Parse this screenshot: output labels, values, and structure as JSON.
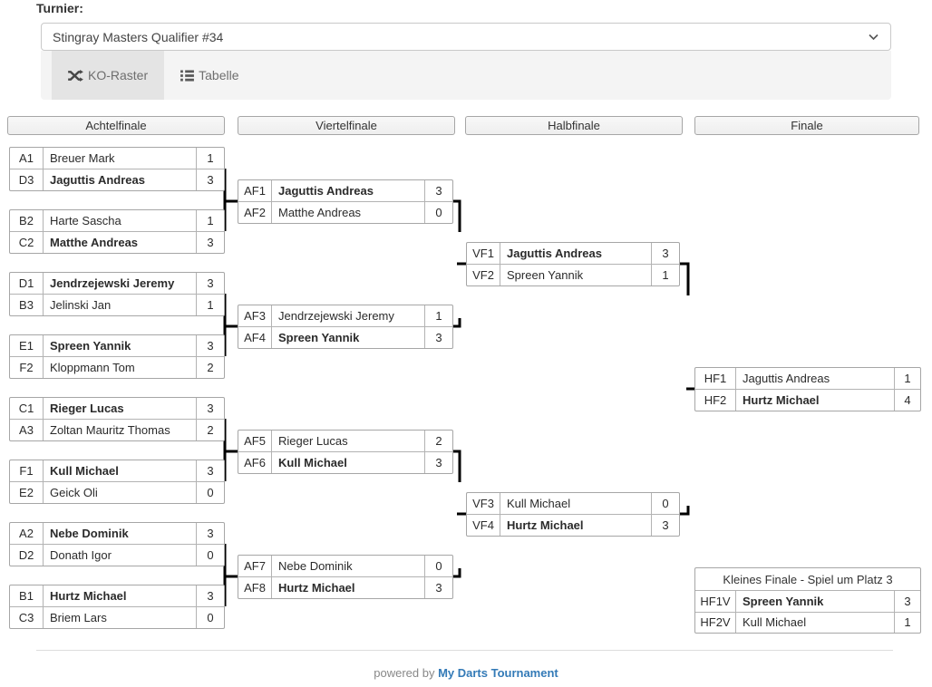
{
  "header": {
    "tournament_label": "Turnier:",
    "tournament_select_value": "Stingray Masters Qualifier #34",
    "select_icon": "chevron-down-icon",
    "tabs": [
      {
        "label": "KO-Raster",
        "icon": "shuffle-icon",
        "active": true
      },
      {
        "label": "Tabelle",
        "icon": "list-icon",
        "active": false
      }
    ]
  },
  "bracket": {
    "rounds": [
      {
        "title": "Achtelfinale",
        "matches": [
          {
            "rows": [
              {
                "code": "A1",
                "name": "Breuer Mark",
                "score": "1",
                "winner": false
              },
              {
                "code": "D3",
                "name": "Jaguttis Andreas",
                "score": "3",
                "winner": true
              }
            ]
          },
          {
            "rows": [
              {
                "code": "B2",
                "name": "Harte Sascha",
                "score": "1",
                "winner": false
              },
              {
                "code": "C2",
                "name": "Matthe Andreas",
                "score": "3",
                "winner": true
              }
            ]
          },
          {
            "rows": [
              {
                "code": "D1",
                "name": "Jendrzejewski Jeremy",
                "score": "3",
                "winner": true
              },
              {
                "code": "B3",
                "name": "Jelinski Jan",
                "score": "1",
                "winner": false
              }
            ]
          },
          {
            "rows": [
              {
                "code": "E1",
                "name": "Spreen Yannik",
                "score": "3",
                "winner": true
              },
              {
                "code": "F2",
                "name": "Kloppmann Tom",
                "score": "2",
                "winner": false
              }
            ]
          },
          {
            "rows": [
              {
                "code": "C1",
                "name": "Rieger Lucas",
                "score": "3",
                "winner": true
              },
              {
                "code": "A3",
                "name": "Zoltan Mauritz Thomas",
                "score": "2",
                "winner": false
              }
            ]
          },
          {
            "rows": [
              {
                "code": "F1",
                "name": "Kull Michael",
                "score": "3",
                "winner": true
              },
              {
                "code": "E2",
                "name": "Geick Oli",
                "score": "0",
                "winner": false
              }
            ]
          },
          {
            "rows": [
              {
                "code": "A2",
                "name": "Nebe Dominik",
                "score": "3",
                "winner": true
              },
              {
                "code": "D2",
                "name": "Donath Igor",
                "score": "0",
                "winner": false
              }
            ]
          },
          {
            "rows": [
              {
                "code": "B1",
                "name": "Hurtz Michael",
                "score": "3",
                "winner": true
              },
              {
                "code": "C3",
                "name": "Briem Lars",
                "score": "0",
                "winner": false
              }
            ]
          }
        ]
      },
      {
        "title": "Viertelfinale",
        "matches": [
          {
            "rows": [
              {
                "code": "AF1",
                "name": "Jaguttis Andreas",
                "score": "3",
                "winner": true
              },
              {
                "code": "AF2",
                "name": "Matthe Andreas",
                "score": "0",
                "winner": false
              }
            ]
          },
          {
            "rows": [
              {
                "code": "AF3",
                "name": "Jendrzejewski Jeremy",
                "score": "1",
                "winner": false
              },
              {
                "code": "AF4",
                "name": "Spreen Yannik",
                "score": "3",
                "winner": true
              }
            ]
          },
          {
            "rows": [
              {
                "code": "AF5",
                "name": "Rieger Lucas",
                "score": "2",
                "winner": false
              },
              {
                "code": "AF6",
                "name": "Kull Michael",
                "score": "3",
                "winner": true
              }
            ]
          },
          {
            "rows": [
              {
                "code": "AF7",
                "name": "Nebe Dominik",
                "score": "0",
                "winner": false
              },
              {
                "code": "AF8",
                "name": "Hurtz Michael",
                "score": "3",
                "winner": true
              }
            ]
          }
        ]
      },
      {
        "title": "Halbfinale",
        "matches": [
          {
            "rows": [
              {
                "code": "VF1",
                "name": "Jaguttis Andreas",
                "score": "3",
                "winner": true
              },
              {
                "code": "VF2",
                "name": "Spreen Yannik",
                "score": "1",
                "winner": false
              }
            ]
          },
          {
            "rows": [
              {
                "code": "VF3",
                "name": "Kull Michael",
                "score": "0",
                "winner": false
              },
              {
                "code": "VF4",
                "name": "Hurtz Michael",
                "score": "3",
                "winner": true
              }
            ]
          }
        ]
      },
      {
        "title": "Finale",
        "matches": [
          {
            "rows": [
              {
                "code": "HF1",
                "name": "Jaguttis Andreas",
                "score": "1",
                "winner": false
              },
              {
                "code": "HF2",
                "name": "Hurtz Michael",
                "score": "4",
                "winner": true
              }
            ]
          }
        ]
      }
    ],
    "third_place": {
      "title": "Kleines Finale - Spiel um Platz 3",
      "rows": [
        {
          "code": "HF1V",
          "name": "Spreen Yannik",
          "score": "3",
          "winner": true
        },
        {
          "code": "HF2V",
          "name": "Kull Michael",
          "score": "1",
          "winner": false
        }
      ]
    }
  },
  "footer": {
    "powered_by": "powered by",
    "link_label": "My Darts Tournament"
  },
  "colors": {
    "link": "#337ab7",
    "connector": "#000000",
    "box_border": "#a6a6a6",
    "tab_bar_bg": "#f4f4f4",
    "tab_active_bg": "#e4e4e4"
  }
}
